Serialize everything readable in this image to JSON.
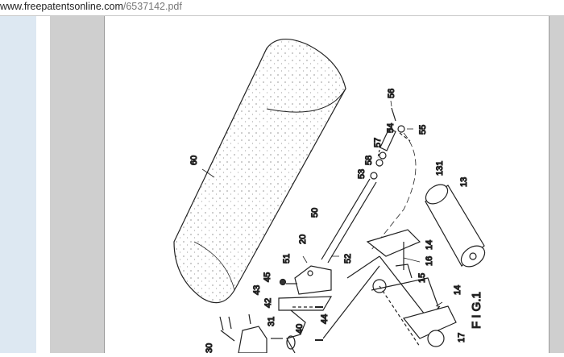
{
  "address_bar": {
    "host": "www.freepatentsonline.com",
    "path": "/6537142.pdf"
  },
  "figure": {
    "caption": "F I G.1",
    "labels": [
      "60",
      "56",
      "55",
      "54",
      "57",
      "58",
      "53",
      "50",
      "131",
      "13",
      "20",
      "51",
      "52",
      "45",
      "43",
      "42",
      "44",
      "16",
      "14",
      "15",
      "14",
      "31",
      "40",
      "30",
      "17"
    ]
  }
}
